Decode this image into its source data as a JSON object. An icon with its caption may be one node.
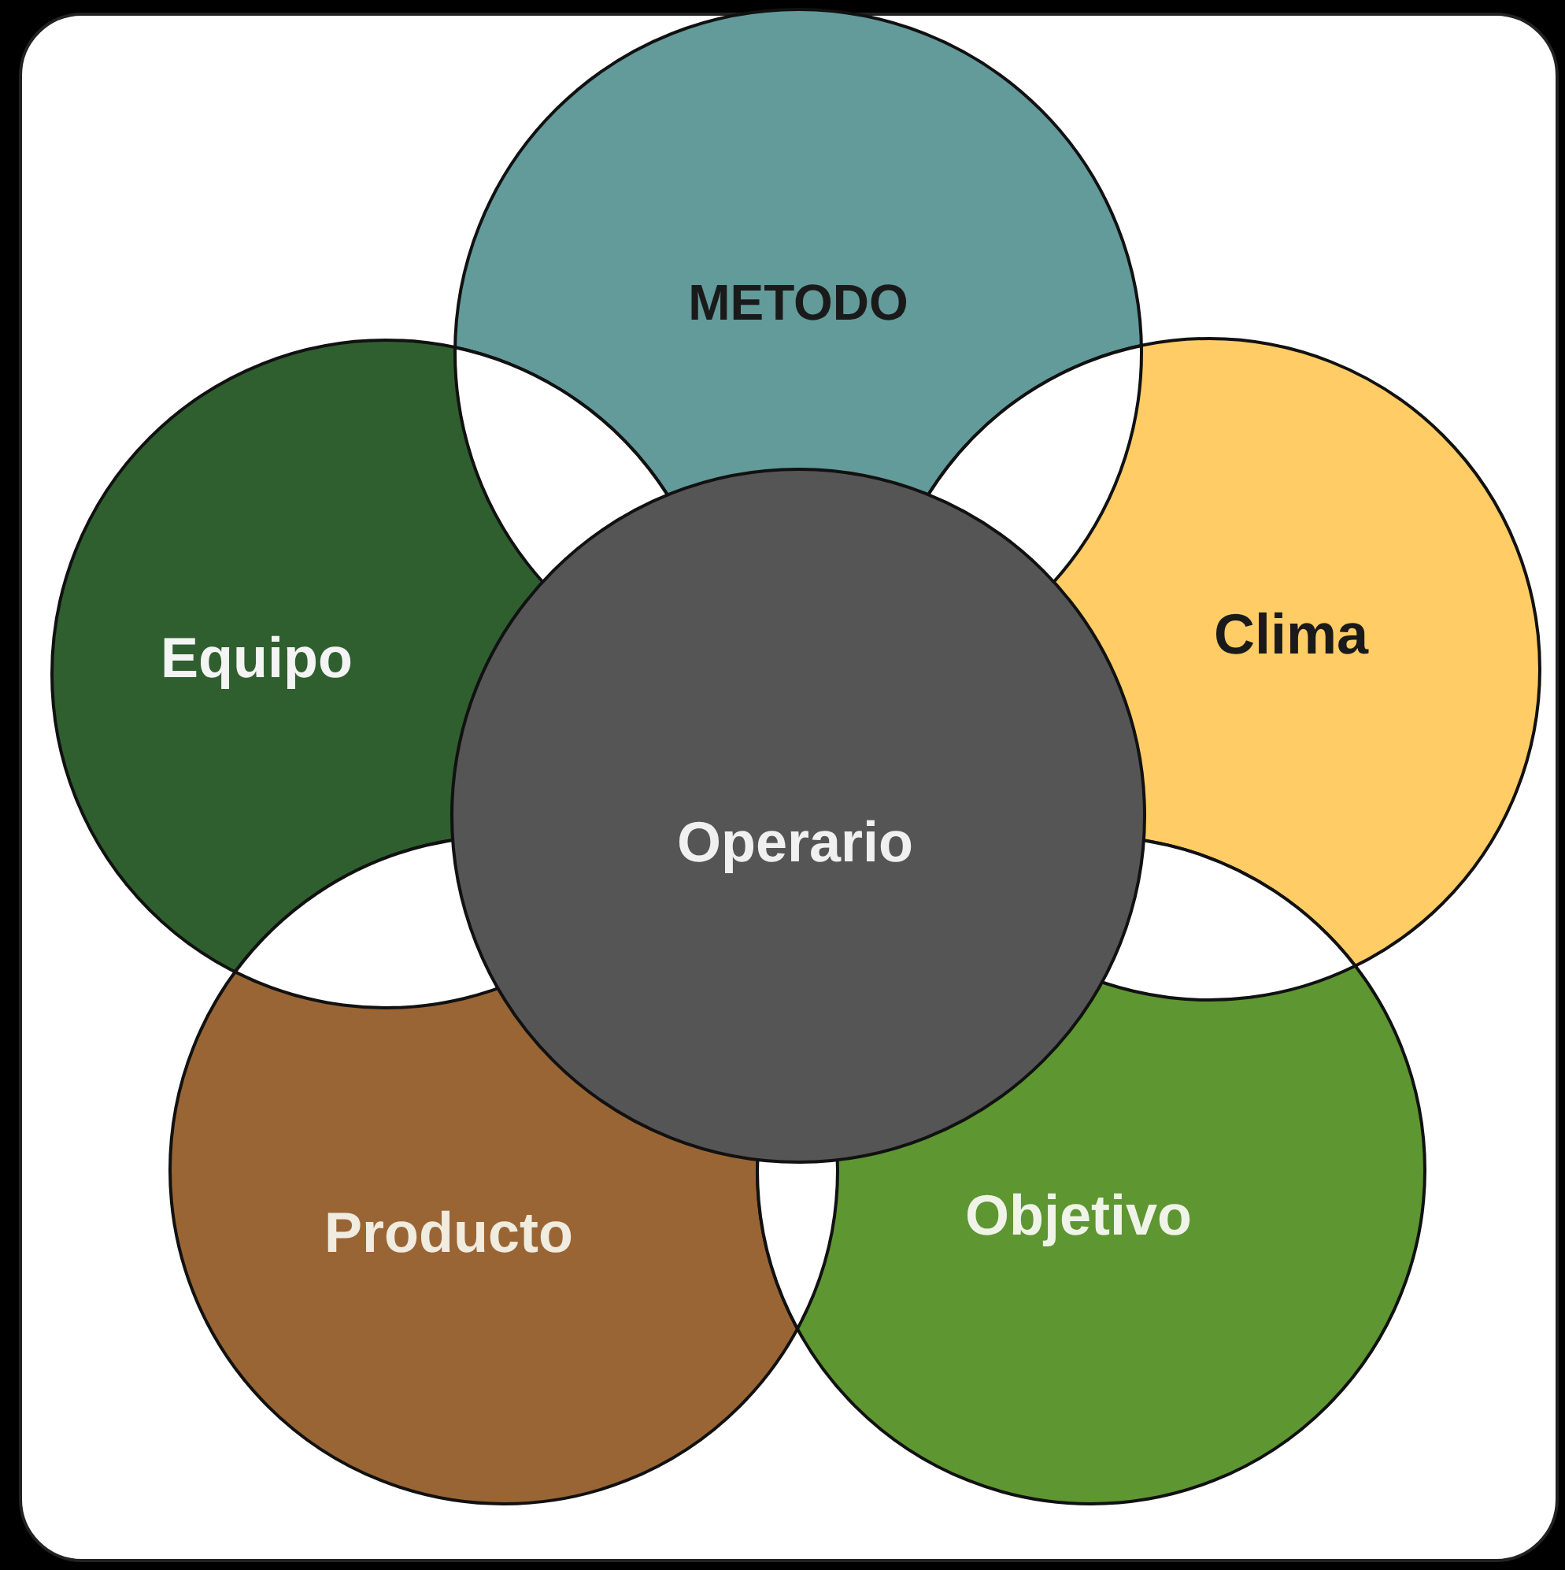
{
  "diagram": {
    "nodes": [
      {
        "text": [
          "METODO"
        ]
      },
      {
        "text": [
          "Equipo"
        ]
      },
      {
        "text": [
          "Clima"
        ]
      },
      {
        "text": [
          "Operario"
        ]
      },
      {
        "text": [
          "Producto"
        ]
      },
      {
        "text": [
          "Objetivo"
        ]
      }
    ]
  }
}
